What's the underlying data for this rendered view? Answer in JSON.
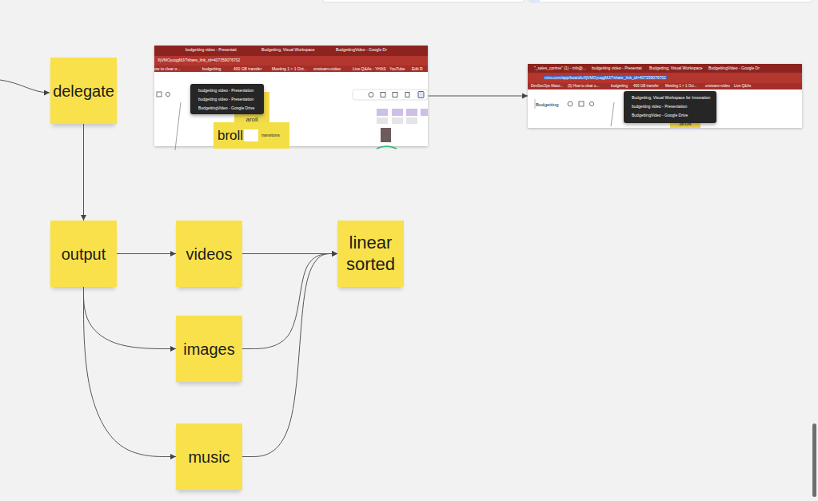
{
  "diagram": {
    "nodes": [
      {
        "text": [
          "delegate"
        ]
      },
      {
        "text": [
          "budgetting video - Presentati",
          "Budgetting, Visual Workspace",
          "BudgettingVideo - Google Dr",
          "XjVMOyuqgMJ/?share_link_id=407359076702",
          "ow to clear o...",
          "budgetting",
          "400 GB transfer",
          "Meeting 1 > 1 Oct...",
          "onsteam+video",
          "Live Q&As - YHAS",
          "YouTube",
          "Edit R"
        ]
      },
      {
        "text": [
          "aroll"
        ],
        "in": 1
      },
      {
        "text": [
          "budgetting video - Presentation",
          "budgetting video - Presentation",
          "BudgettingVideo - Google Drive"
        ],
        "in": 1
      },
      {
        "text": [
          "broll",
          "transitions"
        ],
        "in": 1
      },
      {
        "text": [
          "\"_sales_cprime\" (1) - info@...",
          "budgetting video - Presentat",
          "Budgetting, Visual Workspace",
          "BudgettingVideo - Google Dr",
          "miro.com/app/board/uXjVMOyuqgMJ/?share_link_id=407359076702",
          "DevSecOps Matur...",
          "(5) How to clear o...",
          "budgetting",
          "400 GB transfer",
          "Meeting 1 > 1 Oct...",
          "onsteam+video",
          "Live Q&As",
          "Budgetting"
        ]
      },
      {
        "text": [
          "aroll"
        ],
        "in": 5
      },
      {
        "text": [
          "Budgetting, Visual Workspace for Innovation",
          "budgetting video - Presentation",
          "BudgettingVideo - Google Drive"
        ],
        "in": 5
      },
      {
        "text": [
          "output"
        ]
      },
      {
        "text": [
          "videos"
        ]
      },
      {
        "text": [
          "linear sorted"
        ]
      },
      {
        "text": [
          "images"
        ]
      },
      {
        "text": [
          "music"
        ]
      }
    ],
    "edges": [
      {
        "from": 0,
        "to": 8,
        "arrow": "to"
      },
      {
        "from": 1,
        "to": 5,
        "arrow": "to"
      },
      {
        "from": 8,
        "to": 9,
        "arrow": "to"
      },
      {
        "from": 8,
        "to": 11,
        "arrow": "to"
      },
      {
        "from": 8,
        "to": 12,
        "arrow": "to"
      },
      {
        "from": 9,
        "to": 10,
        "arrow": "to"
      },
      {
        "from": 11,
        "to": 10,
        "arrow": "to"
      },
      {
        "from": 12,
        "to": 10,
        "arrow": "to"
      }
    ]
  }
}
